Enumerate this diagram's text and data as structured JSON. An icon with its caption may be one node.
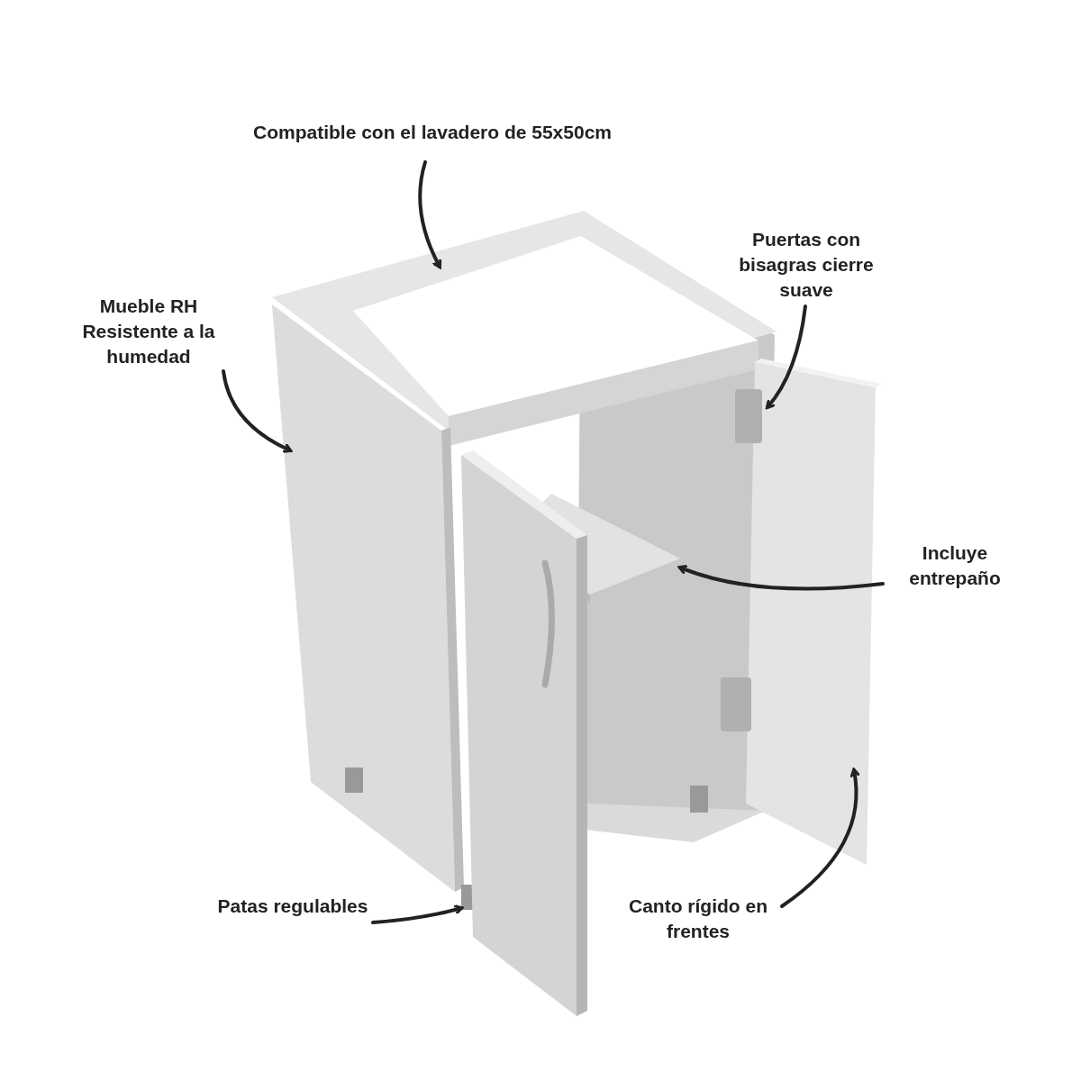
{
  "diagram": {
    "nodes": [
      {
        "text": [
          "Compatible con el lavadero de 55x50cm"
        ]
      },
      {
        "text": [
          "Mueble RH Resistente a la humedad"
        ]
      },
      {
        "text": [
          "Puertas con bisagras cierre suave"
        ]
      },
      {
        "text": [
          "Incluye entrepaño"
        ]
      },
      {
        "text": [
          "Patas regulables"
        ]
      },
      {
        "text": [
          "Canto rígido en frentes"
        ]
      }
    ],
    "edges": [
      {
        "from": 0,
        "to": null,
        "arrow": "to"
      },
      {
        "from": 1,
        "to": null,
        "arrow": "to"
      },
      {
        "from": 2,
        "to": null,
        "arrow": "to"
      },
      {
        "from": 3,
        "to": null,
        "arrow": "to"
      },
      {
        "from": 4,
        "to": null,
        "arrow": "to"
      },
      {
        "from": 5,
        "to": null,
        "arrow": "to"
      }
    ]
  }
}
